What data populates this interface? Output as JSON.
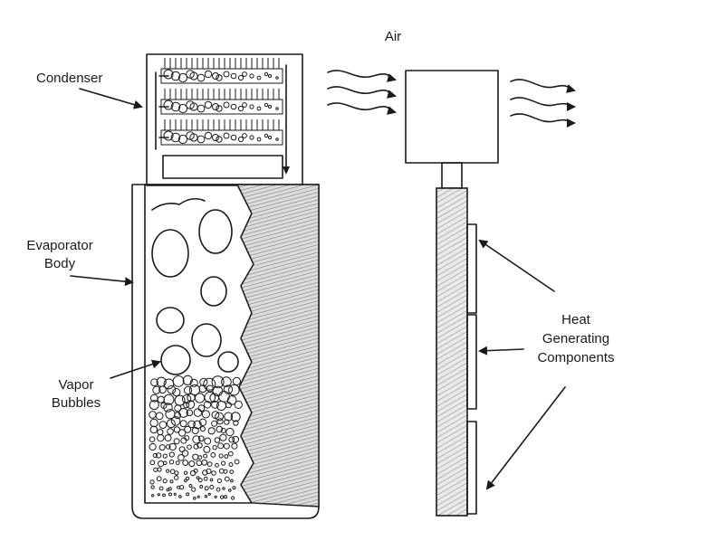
{
  "labels": {
    "air": "Air",
    "condenser": "Condenser",
    "evaporator_line1": "Evaporator",
    "evaporator_line2": "Body",
    "vapor_line1": "Vapor",
    "vapor_line2": "Bubbles",
    "heat_line1": "Heat",
    "heat_line2": "Generating",
    "heat_line3": "Components"
  },
  "colors": {
    "ink": "#1a1a1a",
    "hatch": "#777777",
    "paper": "#ffffff"
  }
}
